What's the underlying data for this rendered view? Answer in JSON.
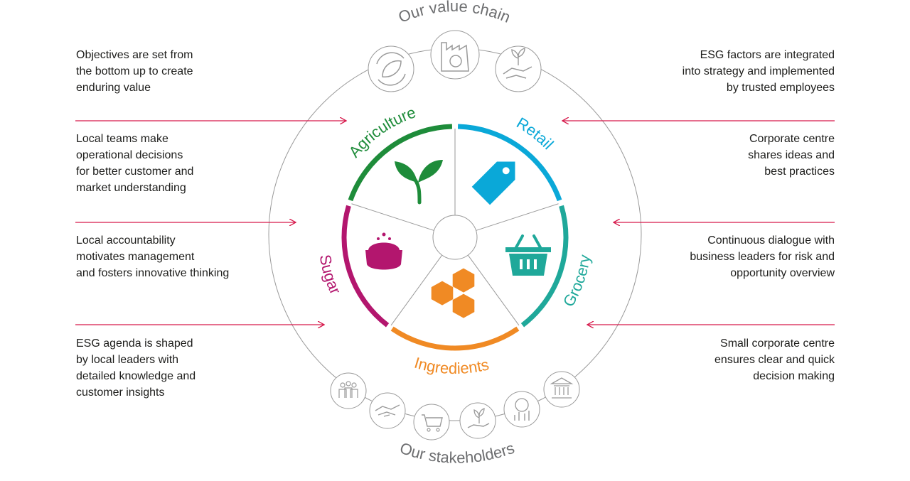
{
  "headings": {
    "value_chain": "Our value chain",
    "stakeholders": "Our stakeholders"
  },
  "segments": [
    {
      "label": "Agriculture",
      "color": "#1e8c3a",
      "icon": "sprout-icon"
    },
    {
      "label": "Retail",
      "color": "#0aa8d8",
      "icon": "price-tag-icon"
    },
    {
      "label": "Grocery",
      "color": "#1fa89a",
      "icon": "shopping-basket-icon"
    },
    {
      "label": "Ingredients",
      "color": "#f08a24",
      "icon": "hexagons-icon"
    },
    {
      "label": "Sugar",
      "color": "#b3166e",
      "icon": "sugar-bowl-icon"
    }
  ],
  "value_chain_icons": [
    "leaf-cycle-icon",
    "factory-recycle-icon",
    "handshake-plant-icon"
  ],
  "stakeholder_icons": [
    "people-group-icon",
    "handshake-icon",
    "shopping-cart-icon",
    "hand-plant-icon",
    "finance-chart-icon",
    "bank-building-icon"
  ],
  "left_statements": [
    [
      "Objectives are set from",
      "the bottom up to create",
      "enduring value"
    ],
    [
      "Local teams make",
      "operational decisions",
      "for better customer and",
      "market understanding"
    ],
    [
      "Local accountability",
      "motivates management",
      "and fosters innovative thinking"
    ],
    [
      "ESG agenda is shaped",
      "by local leaders with",
      "detailed knowledge and",
      "customer insights"
    ]
  ],
  "right_statements": [
    [
      "ESG factors are integrated",
      "into strategy and implemented",
      "by trusted employees"
    ],
    [
      "Corporate centre",
      "shares ideas and",
      "best practices"
    ],
    [
      "Continuous dialogue with",
      "business leaders for risk and",
      "opportunity overview"
    ],
    [
      "Small corporate centre",
      "ensures clear and quick",
      "decision making"
    ]
  ],
  "colors": {
    "arrow": "#d6194b",
    "ring": "#9a9a9a",
    "icon_grey": "#9a9a9a",
    "heading_grey": "#6d6e70"
  }
}
